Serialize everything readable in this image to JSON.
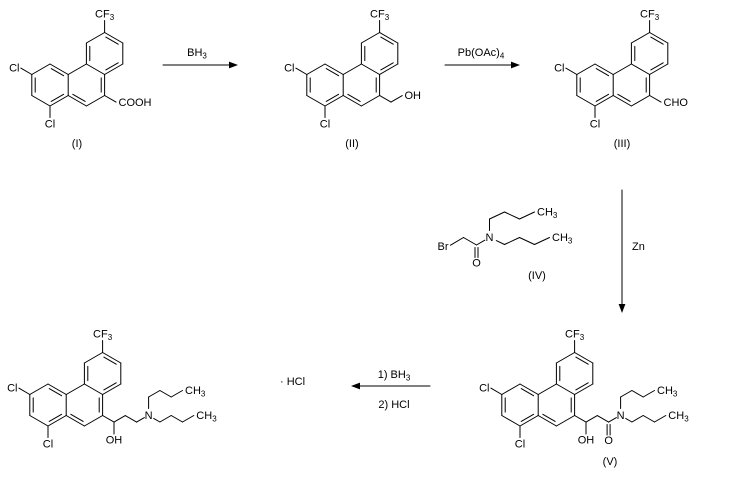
{
  "compounds": {
    "I": {
      "label": "(I)",
      "cf3_base": "CF",
      "cf3_sub": "3",
      "cl_left": "Cl",
      "cl_bottom": "Cl",
      "c9": "COOH"
    },
    "II": {
      "label": "(II)",
      "cf3_base": "CF",
      "cf3_sub": "3",
      "cl_left": "Cl",
      "cl_bottom": "Cl",
      "c9": "OH"
    },
    "III": {
      "label": "(III)",
      "cf3_base": "CF",
      "cf3_sub": "3",
      "cl_left": "Cl",
      "cl_bottom": "Cl",
      "c9": "CHO"
    },
    "IV": {
      "label": "(IV)",
      "br": "Br",
      "o": "O",
      "n": "N",
      "ch3_top_base": "CH",
      "ch3_top_sub": "3",
      "ch3_right_base": "CH",
      "ch3_right_sub": "3"
    },
    "V": {
      "label": "(V)",
      "cf3_base": "CF",
      "cf3_sub": "3",
      "cl_left": "Cl",
      "cl_bottom": "Cl",
      "oh": "OH",
      "o": "O",
      "n": "N",
      "ch3_top_base": "CH",
      "ch3_top_sub": "3",
      "ch3_right_base": "CH",
      "ch3_right_sub": "3"
    },
    "product": {
      "cf3_base": "CF",
      "cf3_sub": "3",
      "cl_left": "Cl",
      "cl_bottom": "Cl",
      "oh": "OH",
      "n": "N",
      "ch3_top_base": "CH",
      "ch3_top_sub": "3",
      "ch3_right_base": "CH",
      "ch3_right_sub": "3",
      "salt": "· HCl"
    }
  },
  "reagents": {
    "step1_base": "BH",
    "step1_sub": "3",
    "step2_base": "Pb(OAc)",
    "step2_sub": "4",
    "step3": "Zn",
    "step4_line1_base": "1) BH",
    "step4_line1_sub": "3",
    "step4_line2": "2) HCl"
  },
  "colors": {
    "ink": "#000000",
    "background": "#ffffff"
  }
}
